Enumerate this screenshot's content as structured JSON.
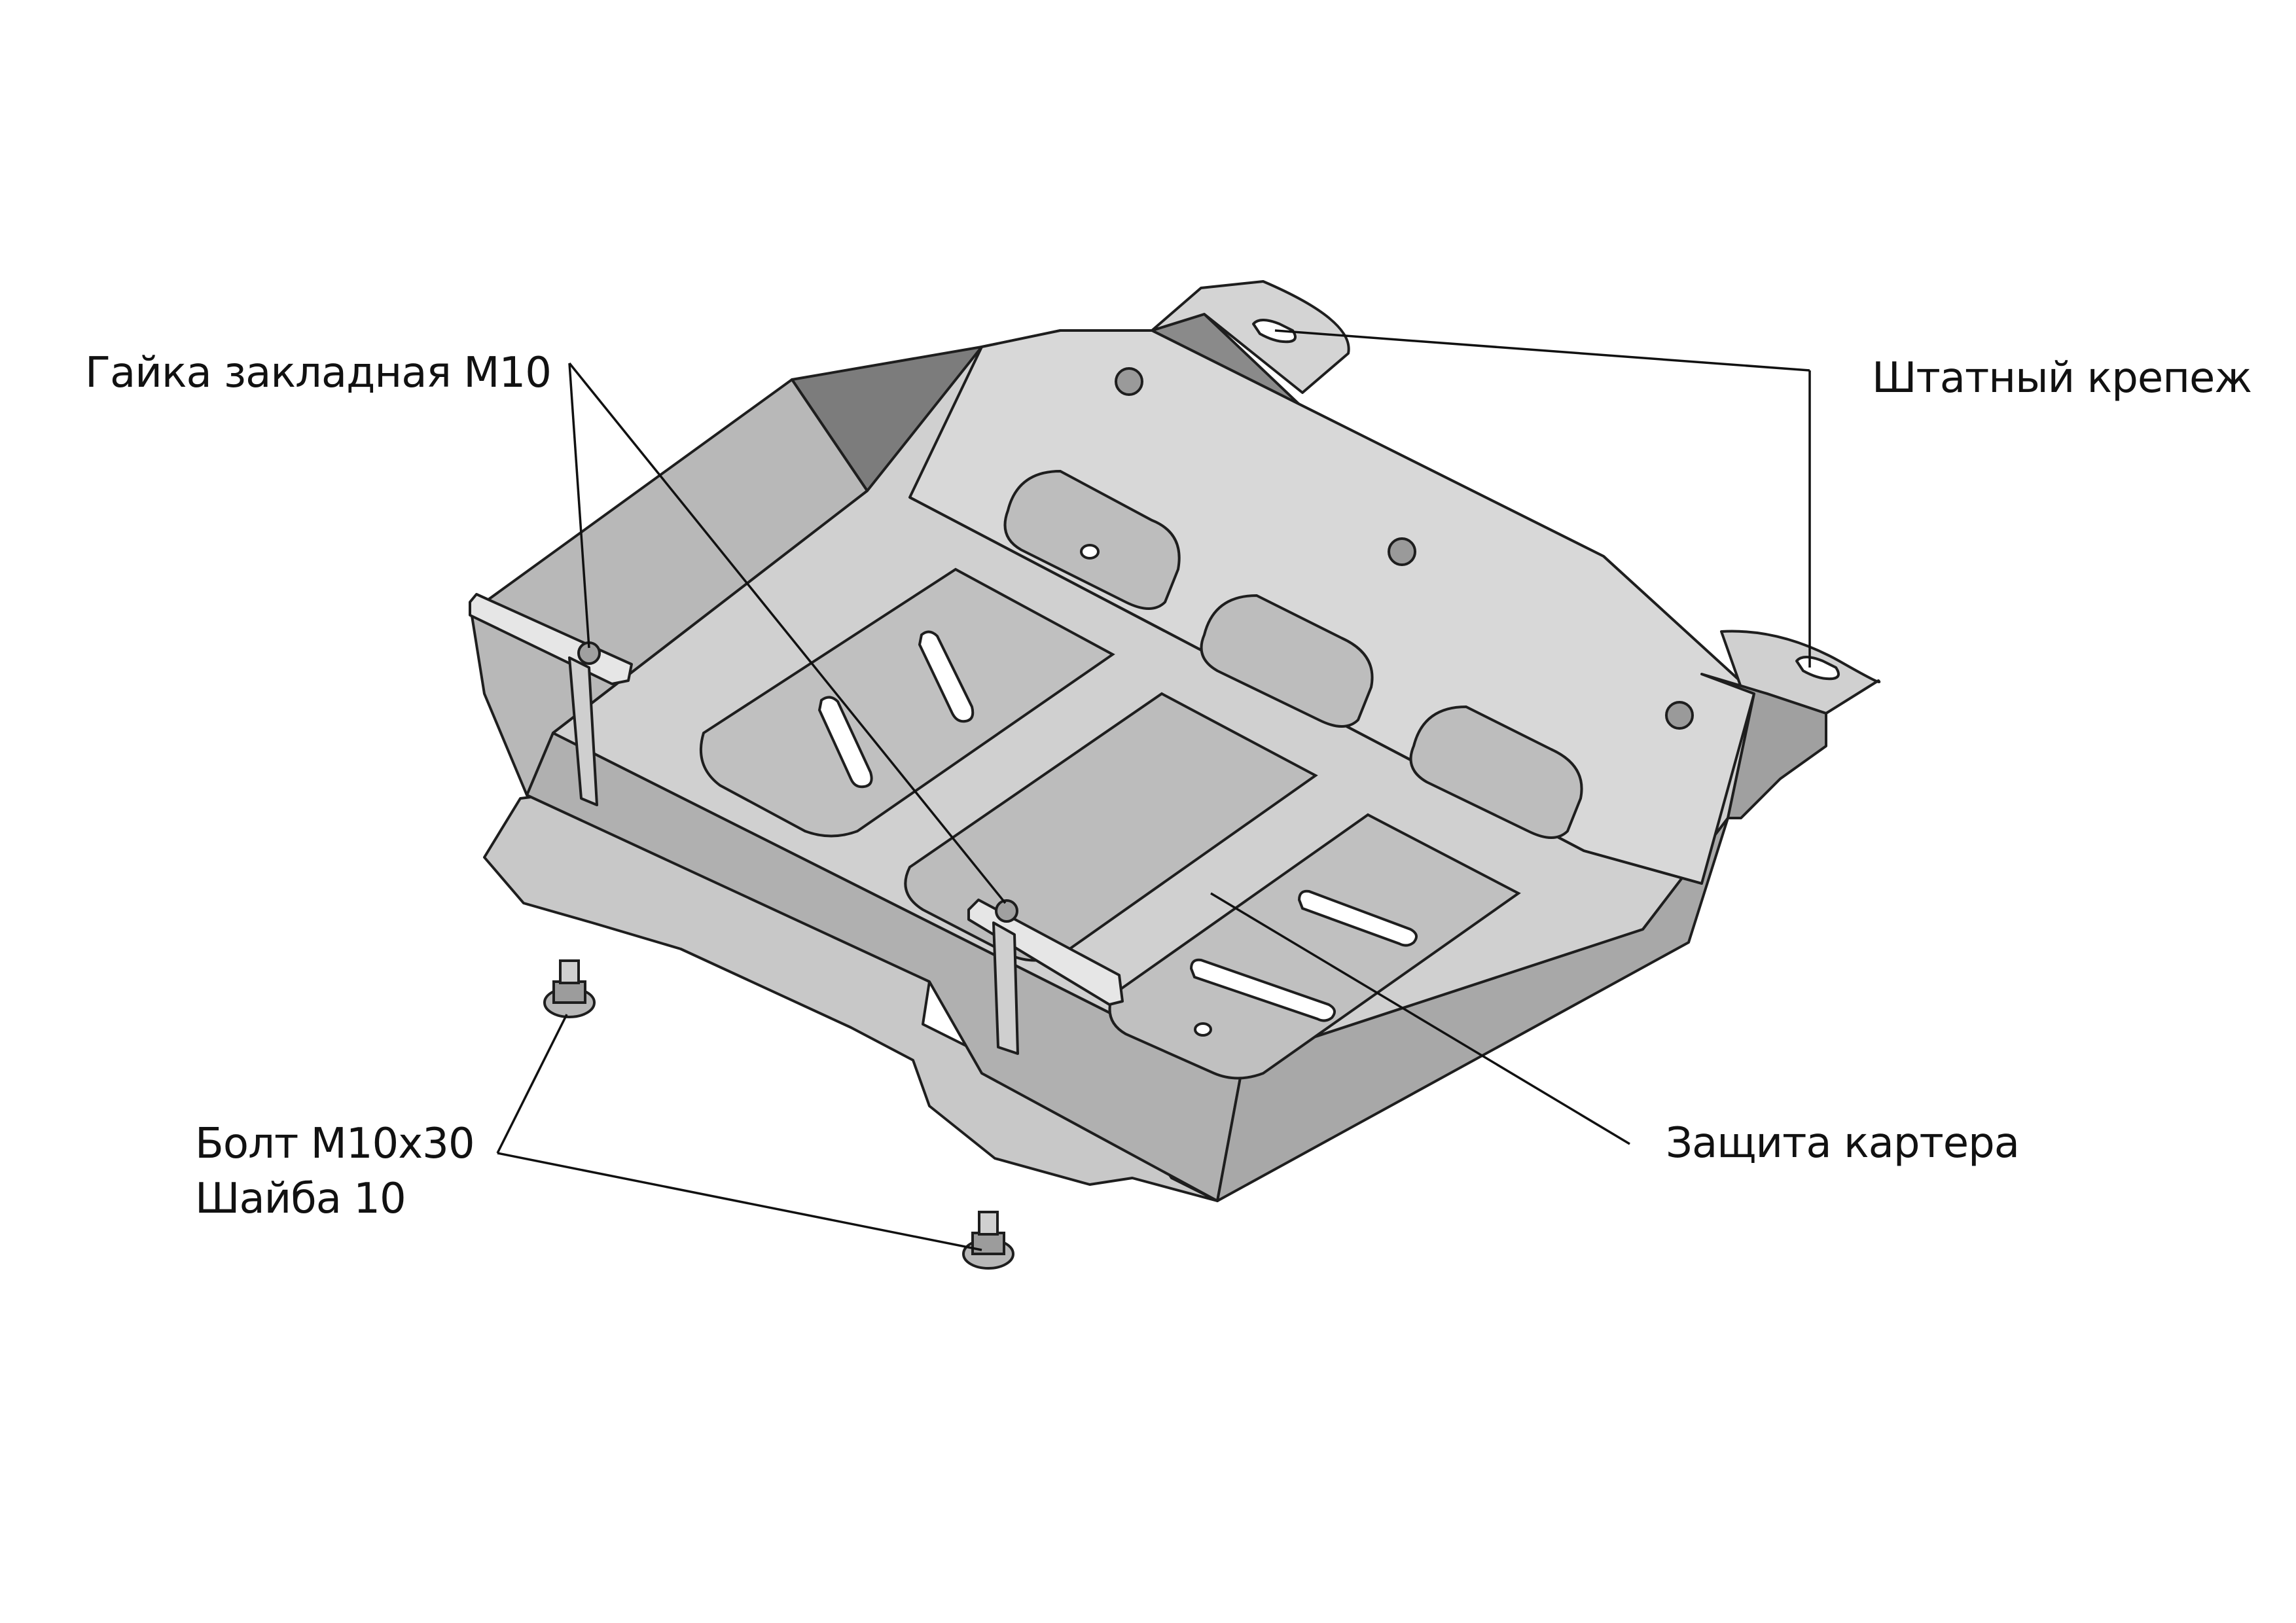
{
  "labels": {
    "nut": "Гайка закладная М10",
    "standard_fixings": "Штатный крепеж",
    "crankcase_guard": "Защита картера",
    "bolt": "Болт М10х30",
    "washer": "Шайба 10"
  },
  "colors": {
    "plate_top": "#d2d2d2",
    "plate_face": "#c3c3c3",
    "wall_front": "#b4b4b4",
    "wall_side": "#9a9a9a",
    "shadow": "#7c7c7c",
    "recess": "#bdbdbd",
    "outline": "#1e1e1e",
    "leader": "#111111",
    "hole": "#ffffff"
  },
  "parts": [
    "crankcase-guard-plate",
    "embedded-nut-bracket",
    "standard-fixing-tab",
    "bolt-with-washer"
  ]
}
